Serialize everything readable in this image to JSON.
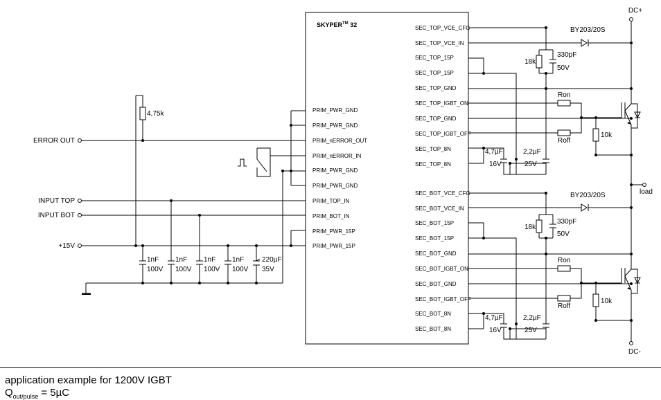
{
  "chip": {
    "name": "SKYPER",
    "sup": "TM",
    "suffix": " 32"
  },
  "left_pins": [
    "PRIM_PWR_GND",
    "PRIM_PWR_GND",
    "PRIM_nERROR_OUT",
    "PRIM_nERROR_IN",
    "PRIM_PWR_GND",
    "PRIM_PWR_GND",
    "PRIM_TOP_IN",
    "PRIM_BOT_IN",
    "PRIM_PWR_15P",
    "PRIM_PWR_15P"
  ],
  "right_pins": [
    "SEC_TOP_VCE_CFG",
    "SEC_TOP_VCE_IN",
    "SEC_TOP_15P",
    "SEC_TOP_15P",
    "SEC_TOP_GND",
    "SEC_TOP_IGBT_ON",
    "SEC_TOP_GND",
    "SEC_TOP_IGBT_OFF",
    "SEC_TOP_8N",
    "SEC_TOP_8N",
    "SEC_BOT_VCE_CFG",
    "SEC_BOT_VCE_IN",
    "SEC_BOT_15P",
    "SEC_BOT_15P",
    "SEC_BOT_GND",
    "SEC_BOT_IGBT_ON",
    "SEC_BOT_GND",
    "SEC_BOT_IGBT_OFF",
    "SEC_BOT_8N",
    "SEC_BOT_8N"
  ],
  "terminals": {
    "error_out": "ERROR OUT",
    "input_top": "INPUT TOP",
    "input_bot": "INPUT BOT",
    "vcc": "+15V",
    "dc_plus": "DC+",
    "dc_minus": "DC-",
    "load": "load"
  },
  "components": {
    "pullup": "4,75k",
    "cap_nf": "1nF",
    "cap_nf_v": "100V",
    "cap_bulk": "220µF",
    "cap_bulk_v": "35V",
    "diode": "BY203/20S",
    "r_18k": "18k",
    "c_330p": "330pF",
    "c_330p_v": "50V",
    "ron": "Ron",
    "roff": "Roff",
    "r_10k": "10k",
    "c_4u7": "4,7µF",
    "c_4u7_v": "16V",
    "c_2u2": "2,2µF",
    "c_2u2_v": "25V"
  },
  "caption": {
    "line1": "application example for 1200V IGBT",
    "line2_q": "Q",
    "line2_sub": "out/pulse",
    "line2_val": " = 5µC"
  }
}
